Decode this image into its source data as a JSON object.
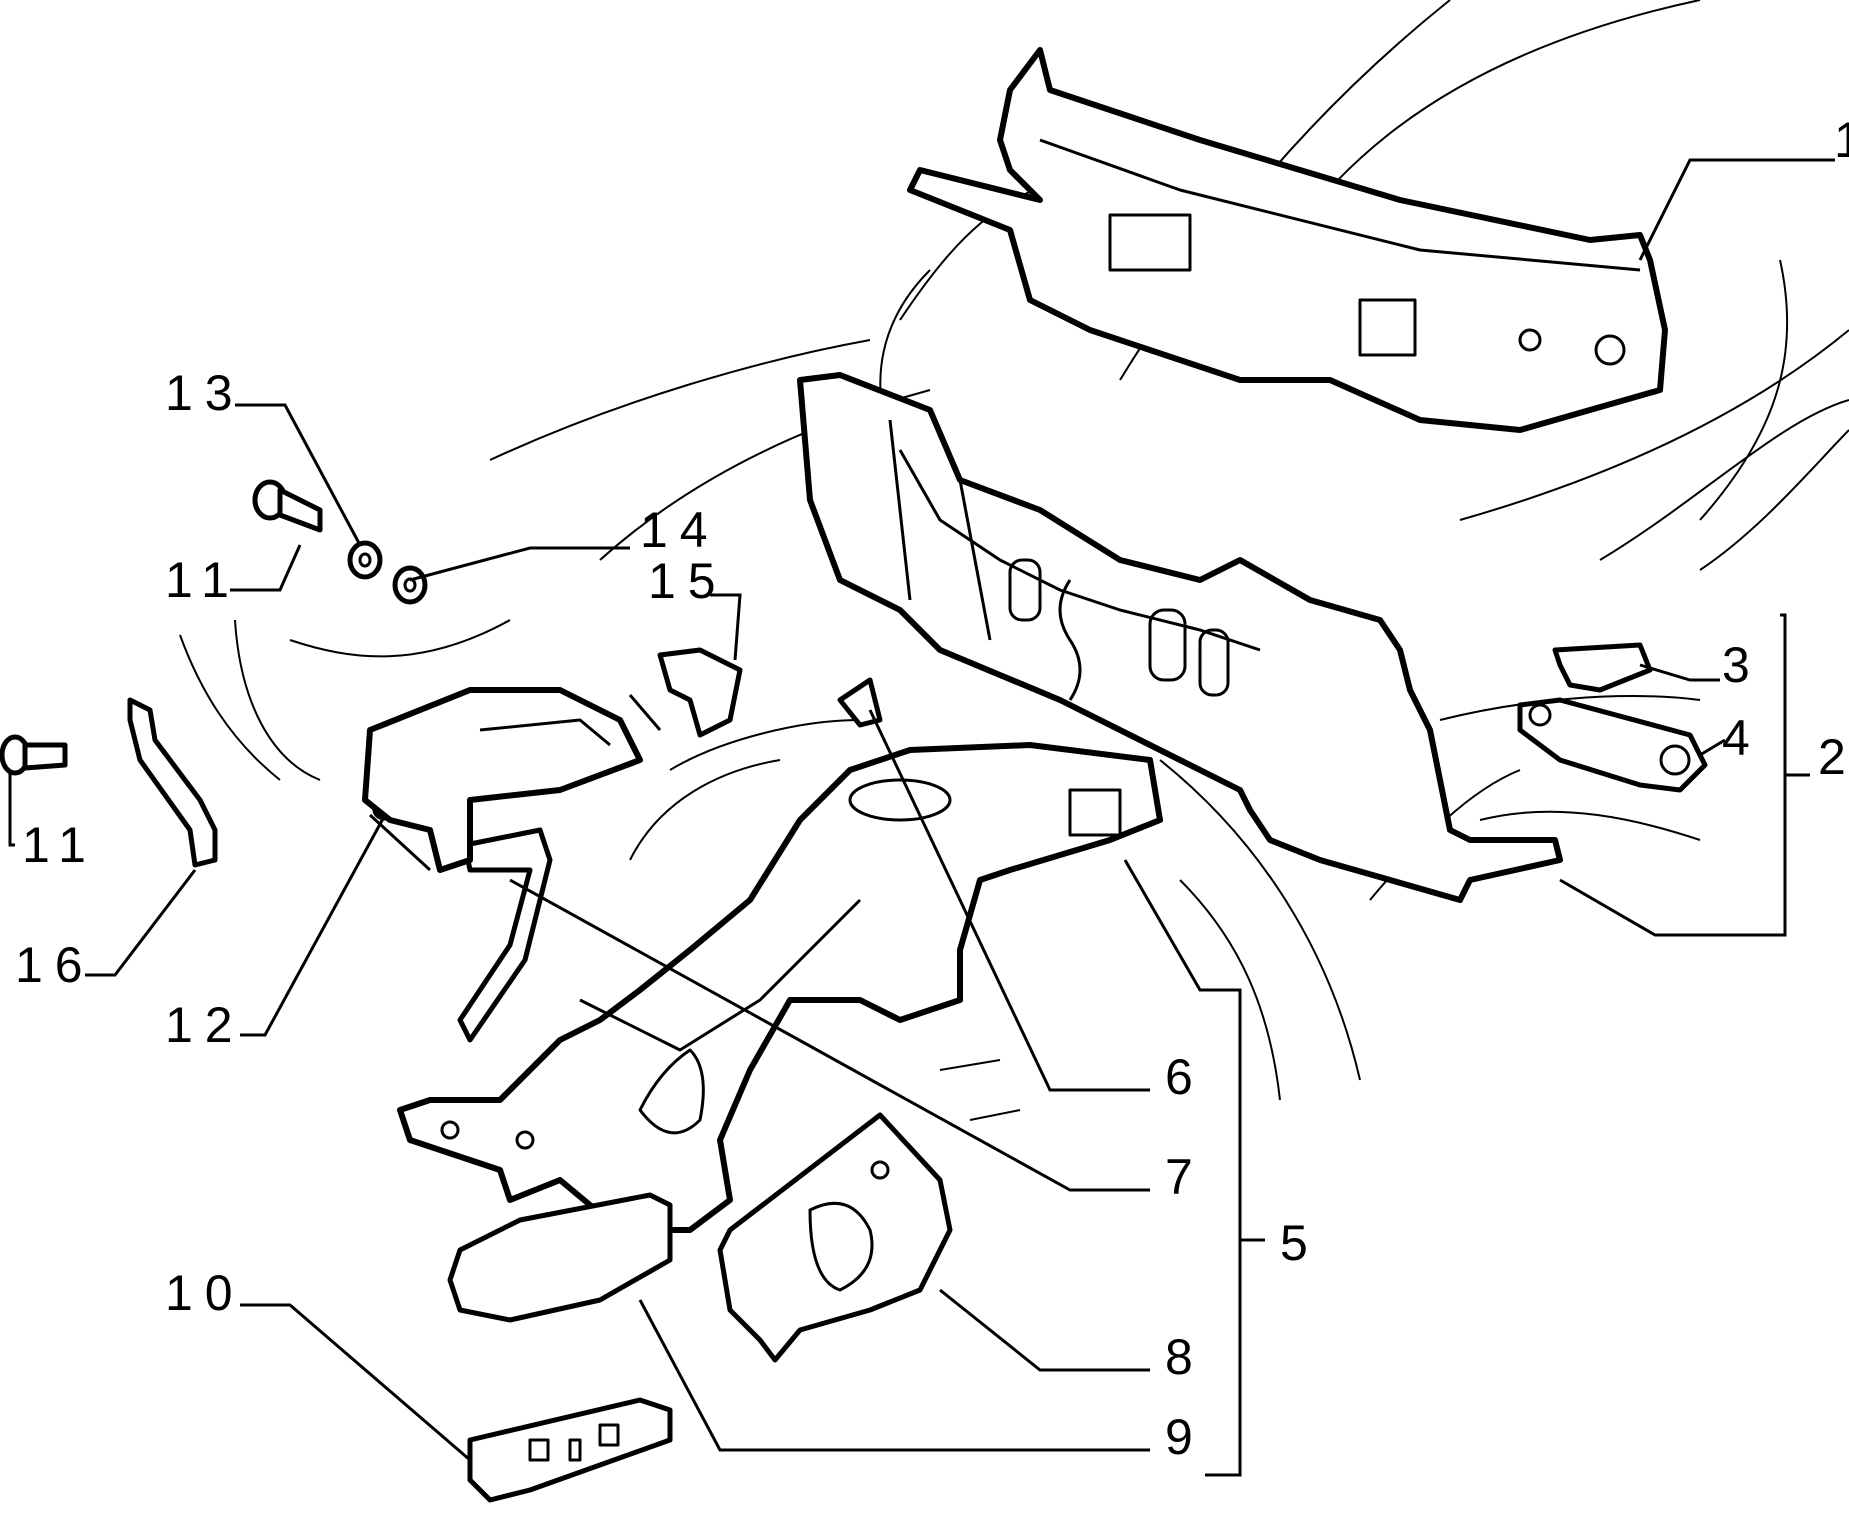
{
  "callouts": {
    "c1": "1",
    "c2": "2",
    "c3": "3",
    "c4": "4",
    "c5": "5",
    "c6": "6",
    "c7": "7",
    "c8": "8",
    "c9": "9",
    "c10": "10",
    "c11a": "11",
    "c11b": "11",
    "c12": "12",
    "c13": "13",
    "c14": "14",
    "c15": "15",
    "c16": "16"
  },
  "colors": {
    "line": "#000000",
    "background": "#ffffff"
  }
}
